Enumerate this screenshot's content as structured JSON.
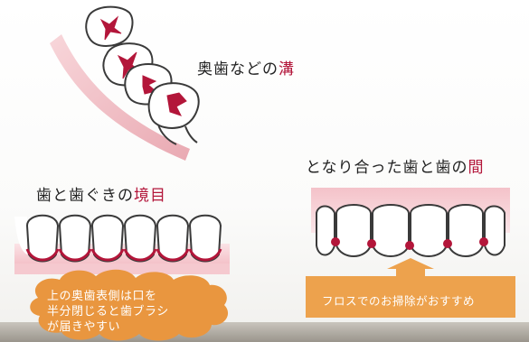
{
  "labels": {
    "molar_grooves": {
      "text": "奥歯などの",
      "highlight": "溝"
    },
    "gumline": {
      "text": "歯と歯ぐきの",
      "highlight": "境目"
    },
    "between_teeth": {
      "text": "となり合った歯と歯の",
      "highlight": "間"
    }
  },
  "tips": {
    "brushing_cloud": {
      "lines": [
        "上の奥歯表側は口を",
        "半分閉じると歯ブラシ",
        "が届きやすい"
      ]
    },
    "floss_arrow": "フロスでのお掃除がおすすめ"
  },
  "colors": {
    "accent": "#b3163a",
    "plaque": "#b3163a",
    "gum": "#f5c9cf",
    "cloud": "#e9963f",
    "arrow": "#eda24d",
    "tooth_outline": "#3a3a3a"
  }
}
